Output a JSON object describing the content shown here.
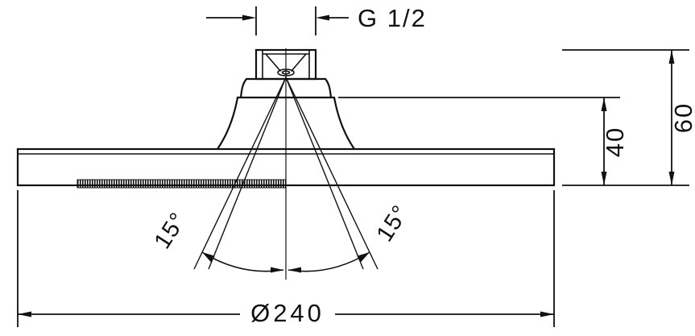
{
  "drawing": {
    "type": "technical-dimension-drawing",
    "subject": "overhead shower head, side elevation",
    "labels": {
      "thread": "G 1/2",
      "total_height": "60",
      "body_height": "40",
      "diameter": "Ø240",
      "spray_angle_left": "15°",
      "spray_angle_right": "15°"
    },
    "colors": {
      "line": "#111111",
      "background": "#ffffff"
    }
  }
}
